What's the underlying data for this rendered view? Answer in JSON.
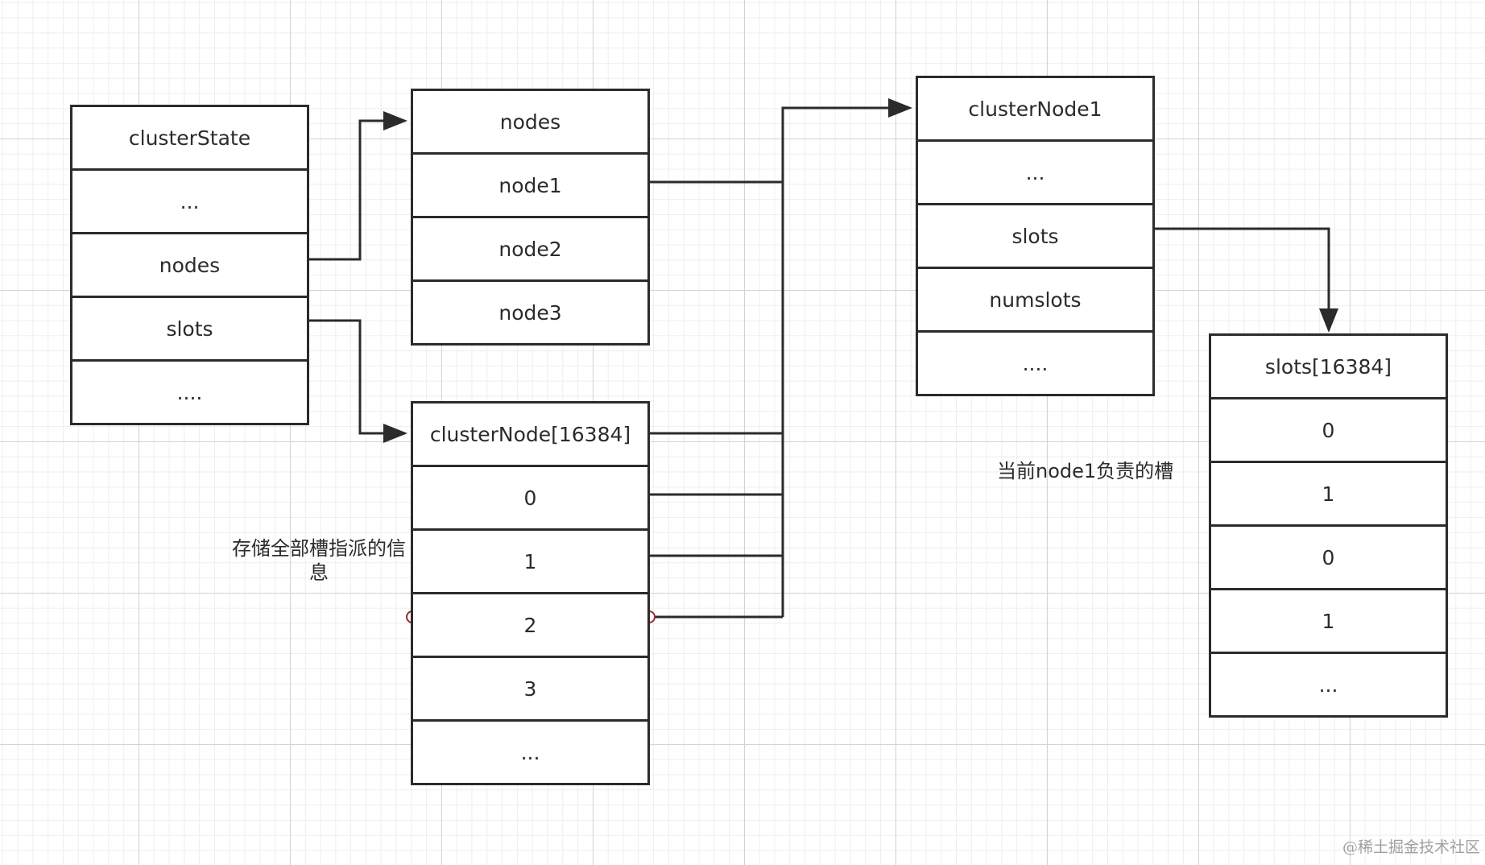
{
  "cluster_state": [
    "clusterState",
    "...",
    "nodes",
    "slots",
    "...."
  ],
  "nodes_dict": [
    "nodes",
    "node1",
    "node2",
    "node3"
  ],
  "slot_owner_array": [
    "clusterNode[16384]",
    "0",
    "1",
    "2",
    "3",
    "..."
  ],
  "cluster_node1": [
    "clusterNode1",
    "...",
    "slots",
    "numslots",
    "...."
  ],
  "node_slots_bitmap": [
    "slots[16384]",
    "0",
    "1",
    "0",
    "1",
    "..."
  ],
  "notes": {
    "slot_assignment": "存储全部槽指派的信\n息",
    "node1_slots": "当前node1负责的槽"
  },
  "watermark": "@稀土掘金技术社区",
  "colors": {
    "line": "#2b2b2b",
    "grid_major": "#d3d3d3",
    "grid_minor": "#eeeeee",
    "handle": "#9b2b2b"
  }
}
